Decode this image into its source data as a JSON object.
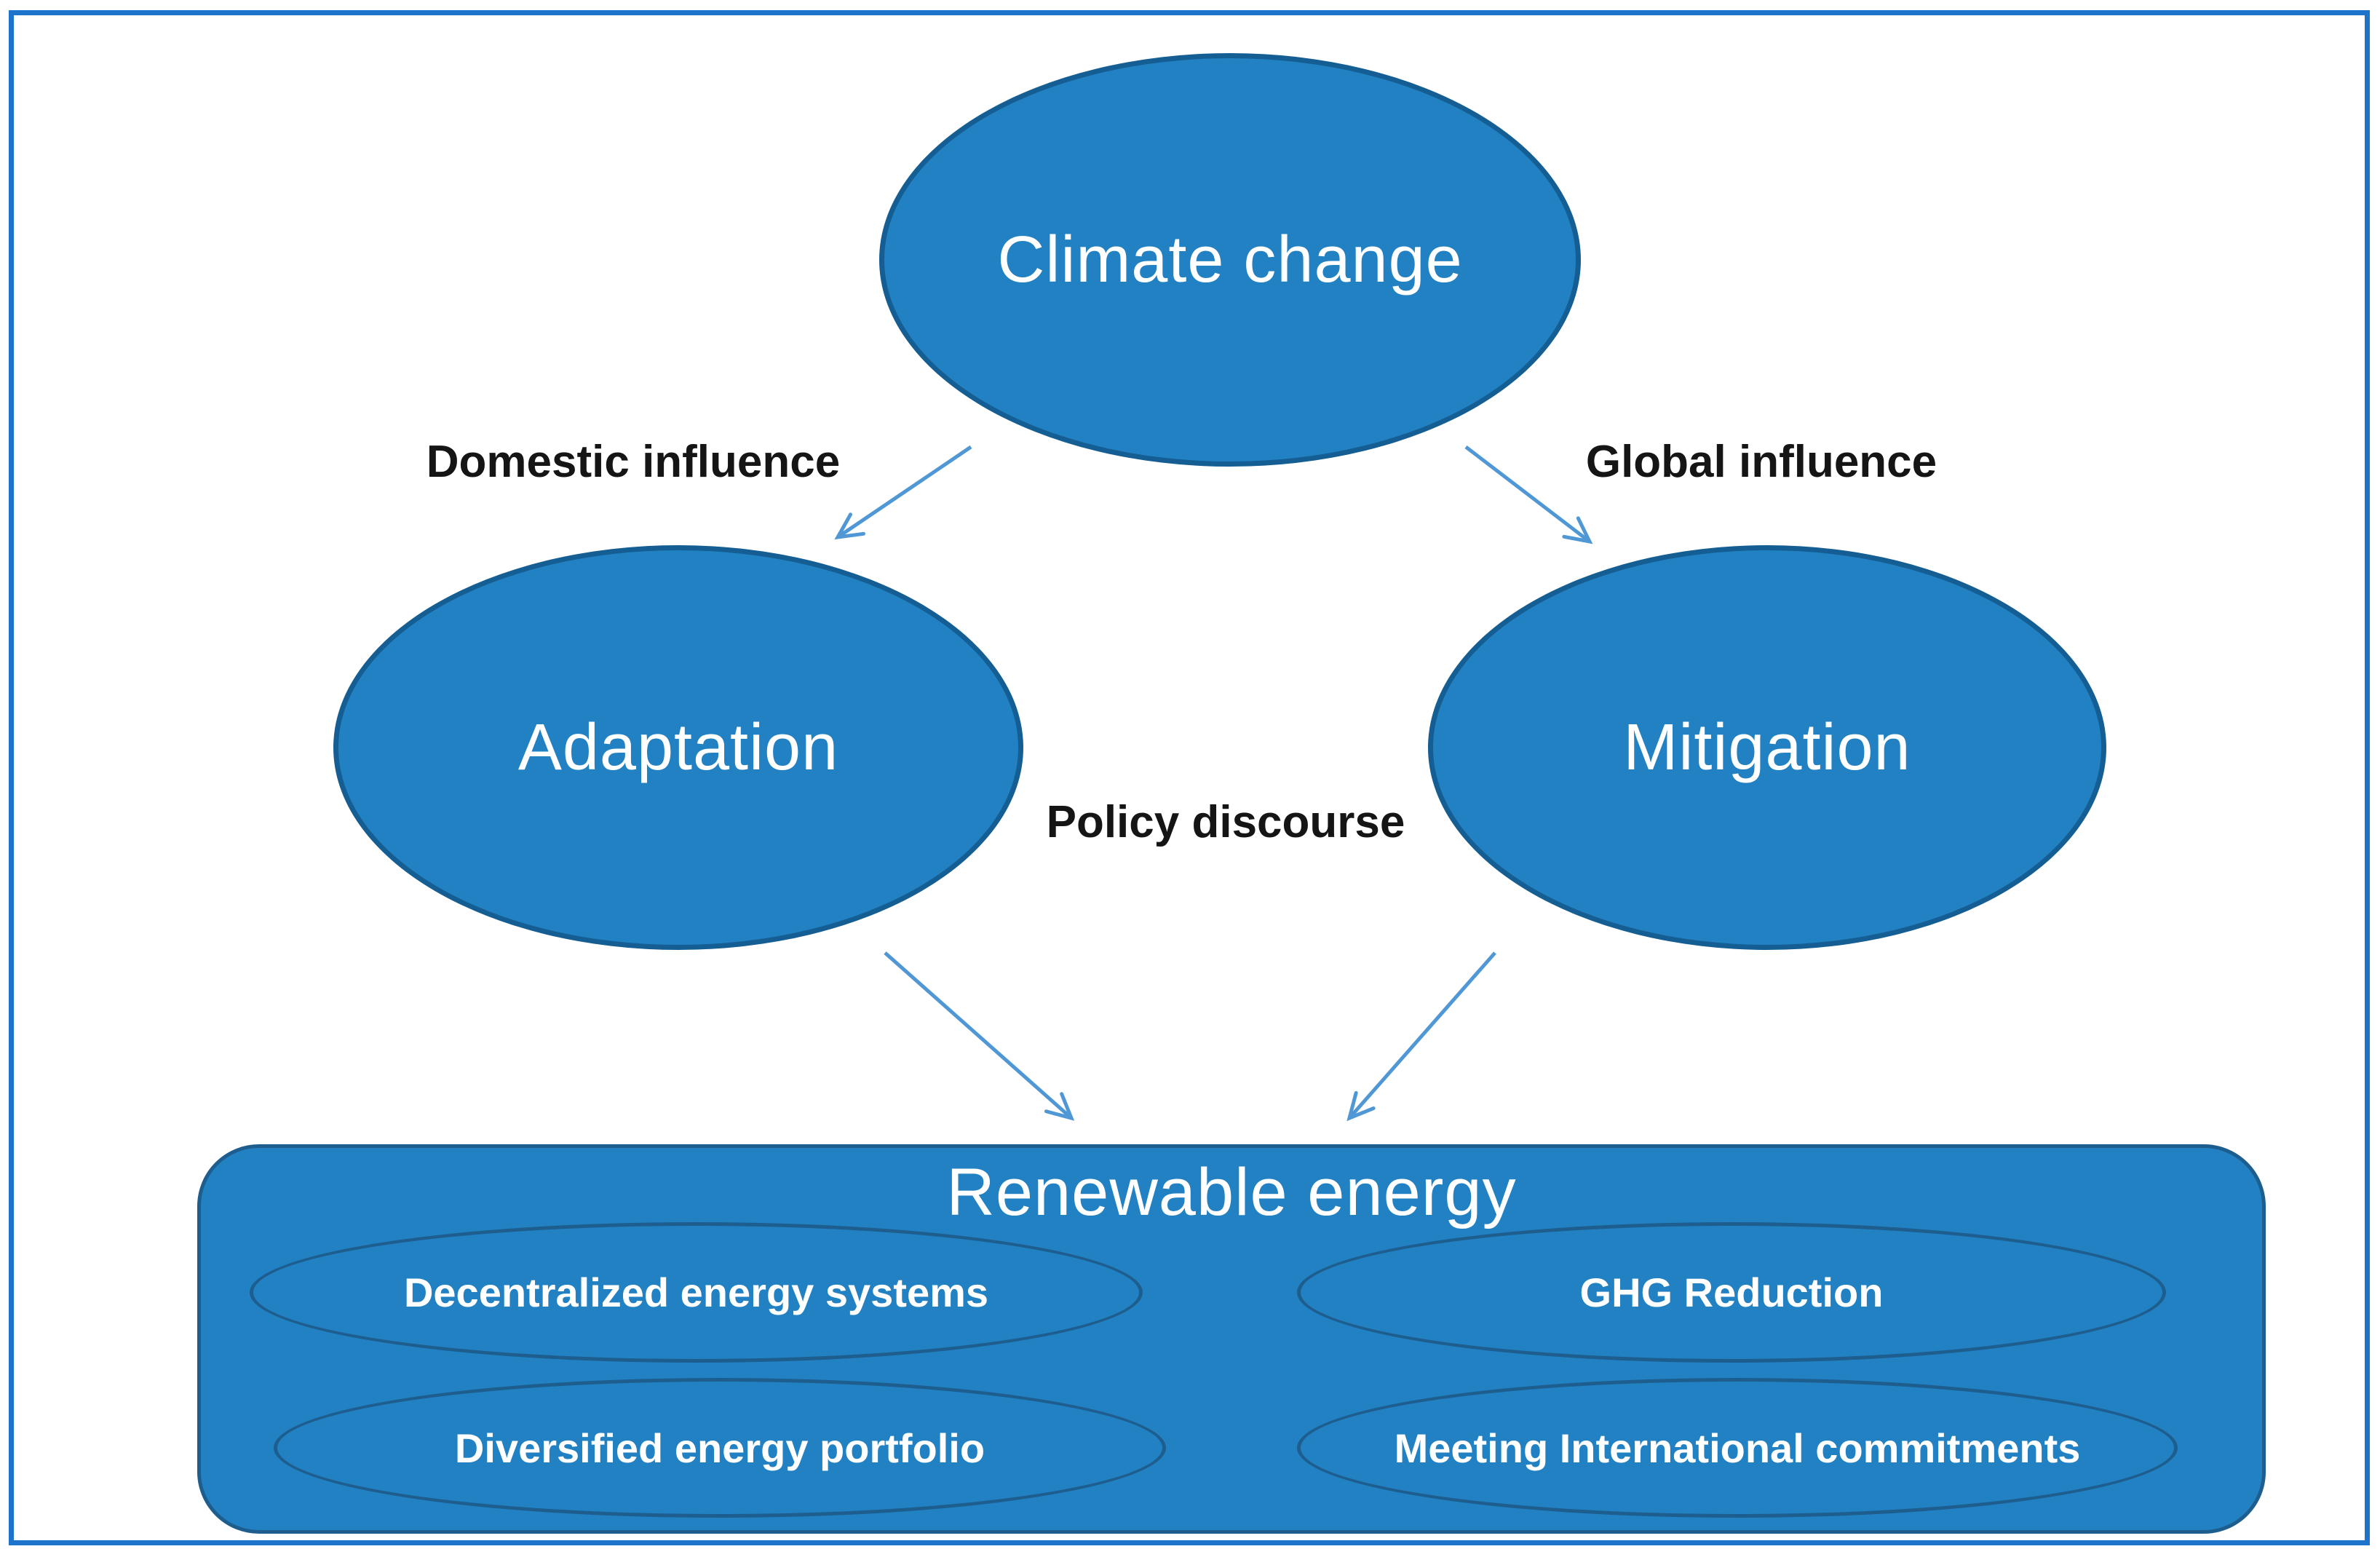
{
  "canvas": {
    "nodes": {
      "climate": {
        "label": "Climate change"
      },
      "adaptation": {
        "label": "Adaptation"
      },
      "mitigation": {
        "label": "Mitigation"
      }
    },
    "edge_labels": {
      "domestic": "Domestic influence",
      "global": "Global influence",
      "policy": "Policy discourse"
    },
    "renewable": {
      "title": "Renewable energy",
      "items": [
        "Decentralized energy systems",
        "GHG Reduction",
        "Diversified energy portfolio",
        "Meeting International commitments"
      ]
    },
    "colors": {
      "node_fill": "#2281c2",
      "node_stroke": "#145e93",
      "sub_stroke": "#1d5e8e",
      "arrow": "#4f97d5",
      "page_border": "#1d74ca",
      "node_text": "#ffffff",
      "edge_label_text": "#151515"
    }
  }
}
